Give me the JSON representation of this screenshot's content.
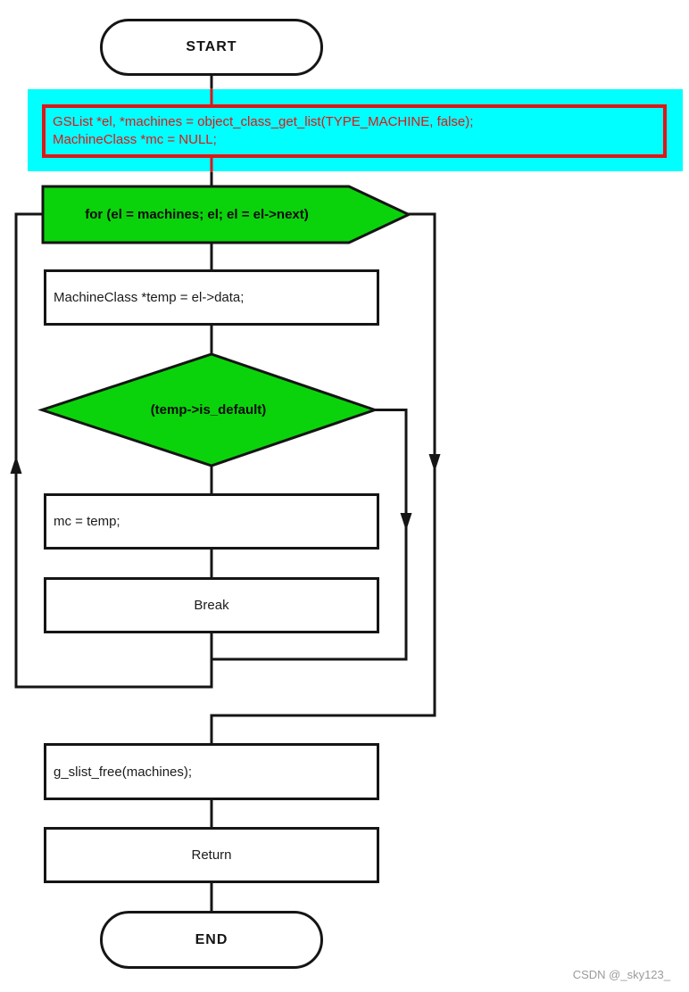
{
  "nodes": {
    "start": "START",
    "init": {
      "line1": "GSList *el, *machines = object_class_get_list(TYPE_MACHINE, false);",
      "line2": "MachineClass *mc = NULL;"
    },
    "for_loop": "for (el = machines; el; el = el->next)",
    "assign_temp": "MachineClass *temp = el->data;",
    "decision": "(temp->is_default)",
    "assign_mc": "mc = temp;",
    "break": "Break",
    "free": "g_slist_free(machines);",
    "return": "Return",
    "end": "END"
  },
  "watermark": "CSDN @_sky123_",
  "colors": {
    "highlight_cyan": "#00ffff",
    "accent_red": "#e01616",
    "node_green": "#0bd30b",
    "line_black": "#151515",
    "watermark_gray": "#9b9b9b"
  }
}
